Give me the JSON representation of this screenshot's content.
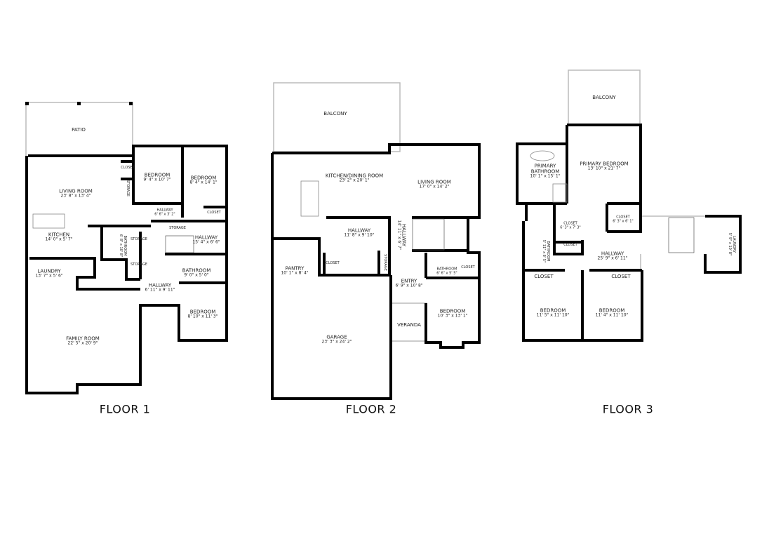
{
  "floors": [
    {
      "label": "FLOOR 1",
      "rooms": [
        {
          "name": "PATIO",
          "dims": ""
        },
        {
          "name": "LIVING ROOM",
          "dims": "23' 8\" x 13' 4\""
        },
        {
          "name": "CLOSET",
          "dims": ""
        },
        {
          "name": "STORAGE",
          "dims": ""
        },
        {
          "name": "BEDROOM",
          "dims": "9' 4\" x 10' 7\""
        },
        {
          "name": "BEDROOM",
          "dims": "8' 4\" x 14' 1\""
        },
        {
          "name": "HALLWAY",
          "dims": "6' 6\" x 3' 2\""
        },
        {
          "name": "CLOSET",
          "dims": ""
        },
        {
          "name": "KITCHEN",
          "dims": "14' 0\" x 5' 7\""
        },
        {
          "name": "BATHROOM",
          "dims": "6' 8\" x 10' 8\""
        },
        {
          "name": "STORAGE",
          "dims": ""
        },
        {
          "name": "STORAGE",
          "dims": ""
        },
        {
          "name": "STORAGE",
          "dims": ""
        },
        {
          "name": "HALLWAY",
          "dims": "15' 4\" x 6' 6\""
        },
        {
          "name": "BATHROOM",
          "dims": "9' 0\" x 5' 0\""
        },
        {
          "name": "LAUNDRY",
          "dims": "13' 7\" x 5' 6\""
        },
        {
          "name": "HALLWAY",
          "dims": "6' 11\" x 9' 11\""
        },
        {
          "name": "BEDROOM",
          "dims": "8' 10\" x 11' 3\""
        },
        {
          "name": "FAMILY ROOM",
          "dims": "22' 5\" x 20' 9\""
        }
      ]
    },
    {
      "label": "FLOOR 2",
      "rooms": [
        {
          "name": "BALCONY",
          "dims": ""
        },
        {
          "name": "KITCHEN/DINING ROOM",
          "dims": "23' 2\" x 20' 1\""
        },
        {
          "name": "LIVING ROOM",
          "dims": "17' 0\" x 14' 2\""
        },
        {
          "name": "HALLWAY",
          "dims": "11' 8\" x 9' 10\""
        },
        {
          "name": "HALLWAY",
          "dims": "14' 11\" x 6' 7\""
        },
        {
          "name": "PANTRY",
          "dims": "10' 1\" x 8' 4\""
        },
        {
          "name": "CLOSET",
          "dims": ""
        },
        {
          "name": "STORAGE",
          "dims": ""
        },
        {
          "name": "BATHROOM",
          "dims": "6' 6\" x 5' 5\""
        },
        {
          "name": "CLOSET",
          "dims": ""
        },
        {
          "name": "ENTRY",
          "dims": "6' 9\" x 10' 8\""
        },
        {
          "name": "BEDROOM",
          "dims": "10' 3\" x 13' 1\""
        },
        {
          "name": "VERANDA",
          "dims": ""
        },
        {
          "name": "GARAGE",
          "dims": "23' 3\" x 24' 2\""
        }
      ]
    },
    {
      "label": "FLOOR 3",
      "rooms": [
        {
          "name": "BALCONY",
          "dims": ""
        },
        {
          "name": "PRIMARY BEDROOM",
          "dims": "13' 10\" x 21' 7\""
        },
        {
          "name": "PRIMARY BATHROOM",
          "dims": "10' 1\" x 15' 1\""
        },
        {
          "name": "CLOSET",
          "dims": "6' 3\" x 7' 3\""
        },
        {
          "name": "CLOSET",
          "dims": "6' 3\" x 6' 1\""
        },
        {
          "name": "CLOSET",
          "dims": ""
        },
        {
          "name": "BATHROOM",
          "dims": "5' 11\" x 8' 5\""
        },
        {
          "name": "HALLWAY",
          "dims": "25' 9\" x 6' 11\""
        },
        {
          "name": "LAUNDRY",
          "dims": "5' 9\" x 10' 8\""
        },
        {
          "name": "CLOSET",
          "dims": ""
        },
        {
          "name": "CLOSET",
          "dims": ""
        },
        {
          "name": "BEDROOM",
          "dims": "11' 5\" x 11' 10\""
        },
        {
          "name": "BEDROOM",
          "dims": "11' 4\" x 11' 10\""
        }
      ]
    }
  ],
  "colors": {
    "wall": "#000000",
    "exterior": "#bbbbbb",
    "text": "#222222"
  }
}
